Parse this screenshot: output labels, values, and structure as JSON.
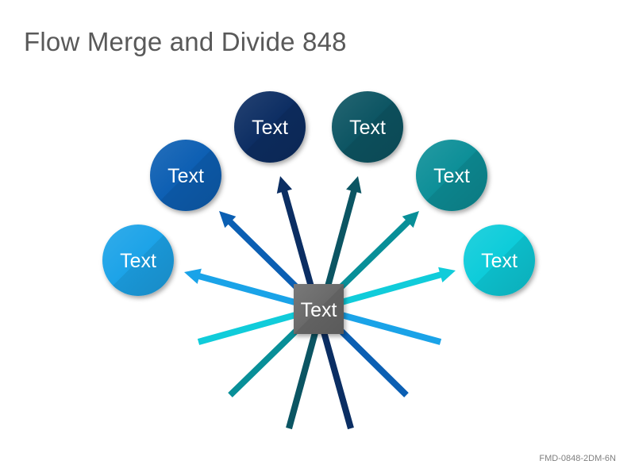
{
  "title": "Flow Merge and Divide 848",
  "footer_code": "FMD-0848-2DM-6N",
  "center": {
    "label": "Text",
    "color": "#6b6b6b"
  },
  "nodes": [
    {
      "label": "Text",
      "color": "#1aa3e8"
    },
    {
      "label": "Text",
      "color": "#0b5fb3"
    },
    {
      "label": "Text",
      "color": "#0b2e63"
    },
    {
      "label": "Text",
      "color": "#0b5563"
    },
    {
      "label": "Text",
      "color": "#088f98"
    },
    {
      "label": "Text",
      "color": "#10ccda"
    }
  ]
}
